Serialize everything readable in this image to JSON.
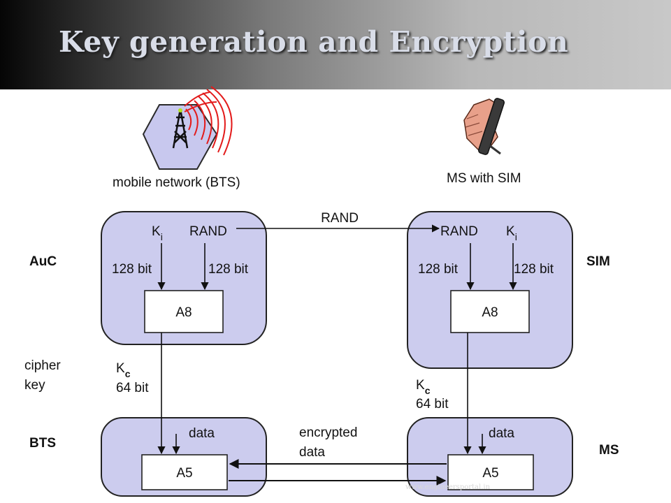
{
  "slide": {
    "title": "Key generation and Encryption"
  },
  "diagram": {
    "bts_caption": "mobile network (BTS)",
    "ms_caption": "MS with SIM",
    "side_labels": {
      "auc": "AuC",
      "sim": "SIM",
      "bts": "BTS",
      "ms": "MS",
      "cipher_key_line1": "cipher",
      "cipher_key_line2": "key"
    },
    "auc_box": {
      "ki_main": "K",
      "ki_sub": "i",
      "rand": "RAND",
      "ki_bits": "128 bit",
      "rand_bits": "128 bit",
      "algorithm": "A8"
    },
    "sim_box": {
      "rand": "RAND",
      "ki_main": "K",
      "ki_sub": "i",
      "rand_bits": "128 bit",
      "ki_bits": "128 bit",
      "algorithm": "A8"
    },
    "rand_transfer_label": "RAND",
    "kc_left": {
      "main": "K",
      "sub": "c",
      "bits": "64 bit"
    },
    "kc_right": {
      "main": "K",
      "sub": "c",
      "bits": "64 bit"
    },
    "bts_box": {
      "data": "data",
      "algorithm": "A5"
    },
    "ms_box": {
      "data": "data",
      "algorithm": "A5"
    },
    "encrypted_line1": "encrypted",
    "encrypted_line2": "data",
    "watermark": "www.engineersportal.in",
    "colors": {
      "panel_fill": "#ccccee",
      "signal_red": "#e31b1b",
      "arrow": "#111111"
    },
    "icons": [
      "bts-tower-icon",
      "mobile-phone-icon"
    ]
  }
}
